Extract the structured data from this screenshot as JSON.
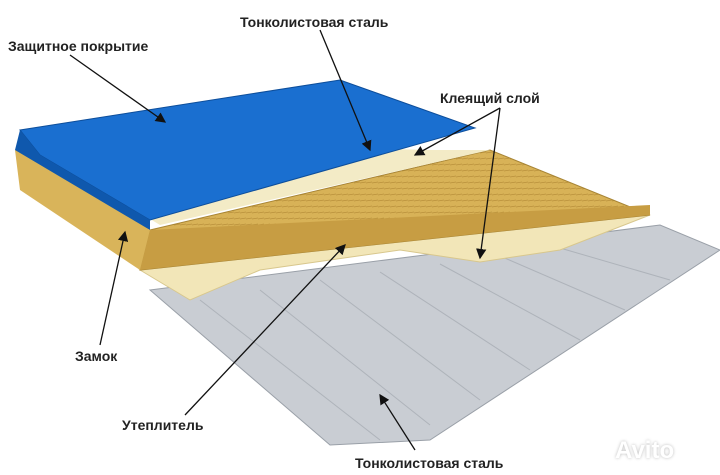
{
  "labels": {
    "protective_coating": "Защитное покрытие",
    "thin_steel_top": "Тонколистовая сталь",
    "adhesive_layer": "Клеящий слой",
    "lock": "Замок",
    "insulation": "Утеплитель",
    "thin_steel_bottom": "Тонколистовая сталь"
  },
  "watermark": "Avito",
  "colors": {
    "coating": "#1a6fd0",
    "insulation": "#d9b45a",
    "adhesive": "#f2e6b8",
    "steel": "#c9cdd3"
  }
}
